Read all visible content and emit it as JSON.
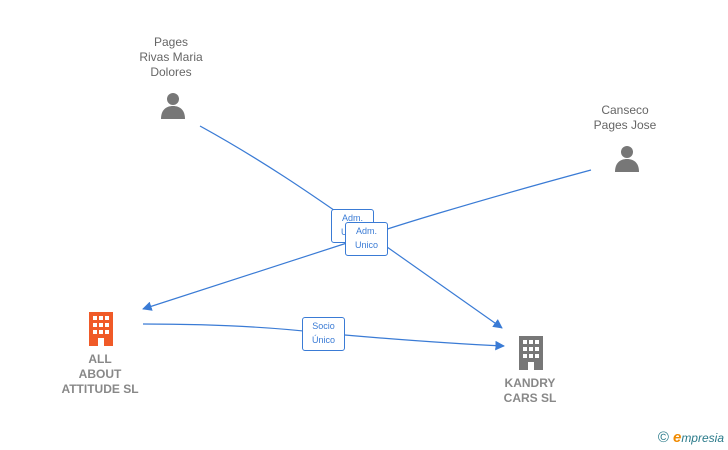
{
  "nodes": {
    "pages_rivas": {
      "lines": [
        "Pages",
        "Rivas Maria",
        "Dolores"
      ]
    },
    "canseco": {
      "lines": [
        "Canseco",
        "Pages Jose"
      ]
    },
    "all_about": {
      "lines": [
        "ALL",
        "ABOUT",
        "ATTITUDE  SL"
      ]
    },
    "kandry": {
      "lines": [
        "KANDRY",
        "CARS  SL"
      ]
    }
  },
  "edges": {
    "adm1": {
      "lines": [
        "Adm.",
        "Unico"
      ]
    },
    "adm2": {
      "lines": [
        "Adm.",
        "Unico"
      ]
    },
    "socio": {
      "lines": [
        "Socio",
        "Único"
      ]
    }
  },
  "colors": {
    "edge": "#3a7bd5",
    "person_icon": "#777777",
    "company_highlight": "#f05a28",
    "company_icon": "#777777"
  },
  "brand": {
    "copyright": "©",
    "name_initial": "e",
    "name_rest": "mpresia"
  }
}
